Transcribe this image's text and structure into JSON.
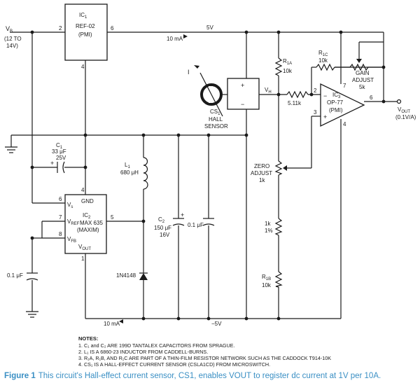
{
  "caption": {
    "figure": "Figure 1",
    "text": "This circuit's Hall-effect current sensor, CS1, enables VOUT to register dc current at 1V per 10A."
  },
  "labels": {
    "vb": "V",
    "vb_sub": "B",
    "vb_range": "(12 TO",
    "vb_range2": "14V)",
    "ic1_name": "IC",
    "ic1_sub": "1",
    "ic1_part": "REF-02",
    "ic1_mfr": "(PMI)",
    "ic1_pin2": "2",
    "ic1_pin6": "6",
    "ic1_pin4": "4",
    "rail_5v": "5V",
    "current_10ma_top": "10 mA",
    "i_label": "I",
    "cs1": "CS",
    "cs1_sub": "1",
    "hall": "HALL",
    "sensor": "SENSOR",
    "vh": "V",
    "vh_sub": "H",
    "plus": "+",
    "minus": "−",
    "r1a": "R",
    "r1a_sub": "1A",
    "r1a_val": "10k",
    "r1c": "R",
    "r1c_sub": "1C",
    "r1c_val": "10k",
    "gain_adjust": "GAIN",
    "gain_adjust2": "ADJUST",
    "gain_val": "5k",
    "r_511": "5.11k",
    "ic3": "IC",
    "ic3_sub": "3",
    "ic3_part": "OP-77",
    "ic3_mfr": "(PMI)",
    "ic3_pin2": "2",
    "ic3_pin3": "3",
    "ic3_pin7": "7",
    "ic3_pin4": "4",
    "ic3_pin6": "6",
    "vout": "V",
    "vout_sub": "OUT",
    "vout_scale": "(0.1V/A)",
    "c1": "C",
    "c1_sub": "1",
    "c1_val": "33 μF",
    "c1_v": "25V",
    "l1": "L",
    "l1_sub": "1",
    "l1_val": "680 μH",
    "zero_adjust": "ZERO",
    "zero_adjust2": "ADJUST",
    "zero_val": "1k",
    "ic2": "IC",
    "ic2_sub": "2",
    "ic2_part": "MAX 635",
    "ic2_mfr": "(MAXIM)",
    "ic2_gnd": "GND",
    "ic2_vs": "V",
    "ic2_vs_sub": "s",
    "ic2_vref": "V",
    "ic2_vref_sub": "REF",
    "ic2_vfb": "V",
    "ic2_vfb_sub": "FB",
    "ic2_vout": "V",
    "ic2_vout_sub": "OUT",
    "ic2_pin4": "4",
    "ic2_pin6": "6",
    "ic2_pin7": "7",
    "ic2_pin8": "8",
    "ic2_pin5": "5",
    "ic2_pin1": "1",
    "c2": "C",
    "c2_sub": "2",
    "c2_val": "150 μF",
    "c2_v": "16V",
    "c_01": "0.1 μF",
    "c_01b": "0.1 μF",
    "r_1k": "1k",
    "r_1pct": "1%",
    "r1b": "R",
    "r1b_sub": "1B",
    "r1b_val": "10k",
    "diode": "1N4148",
    "current_10ma_bot": "10 mA",
    "rail_m5v": "−5V"
  },
  "notes": {
    "heading": "NOTES:",
    "items": [
      "1. C₁ and C₂ ARE 199D TANTALEX CAPACITORS FROM SPRAGUE.",
      "2. L₁ IS A 6860-23 INDUCTOR FROM CADDELL-BURNS.",
      "3. R₁A, R₁B, AND R₁C ARE PART OF A THIN-FILM RESISTOR NETWORK SUCH AS THE CADDOCK T914-10K",
      "4. CS₁ IS A HALL-EFFECT CURRENT SENSOR (CSLA1CD) FROM MICROSWITCH."
    ]
  }
}
